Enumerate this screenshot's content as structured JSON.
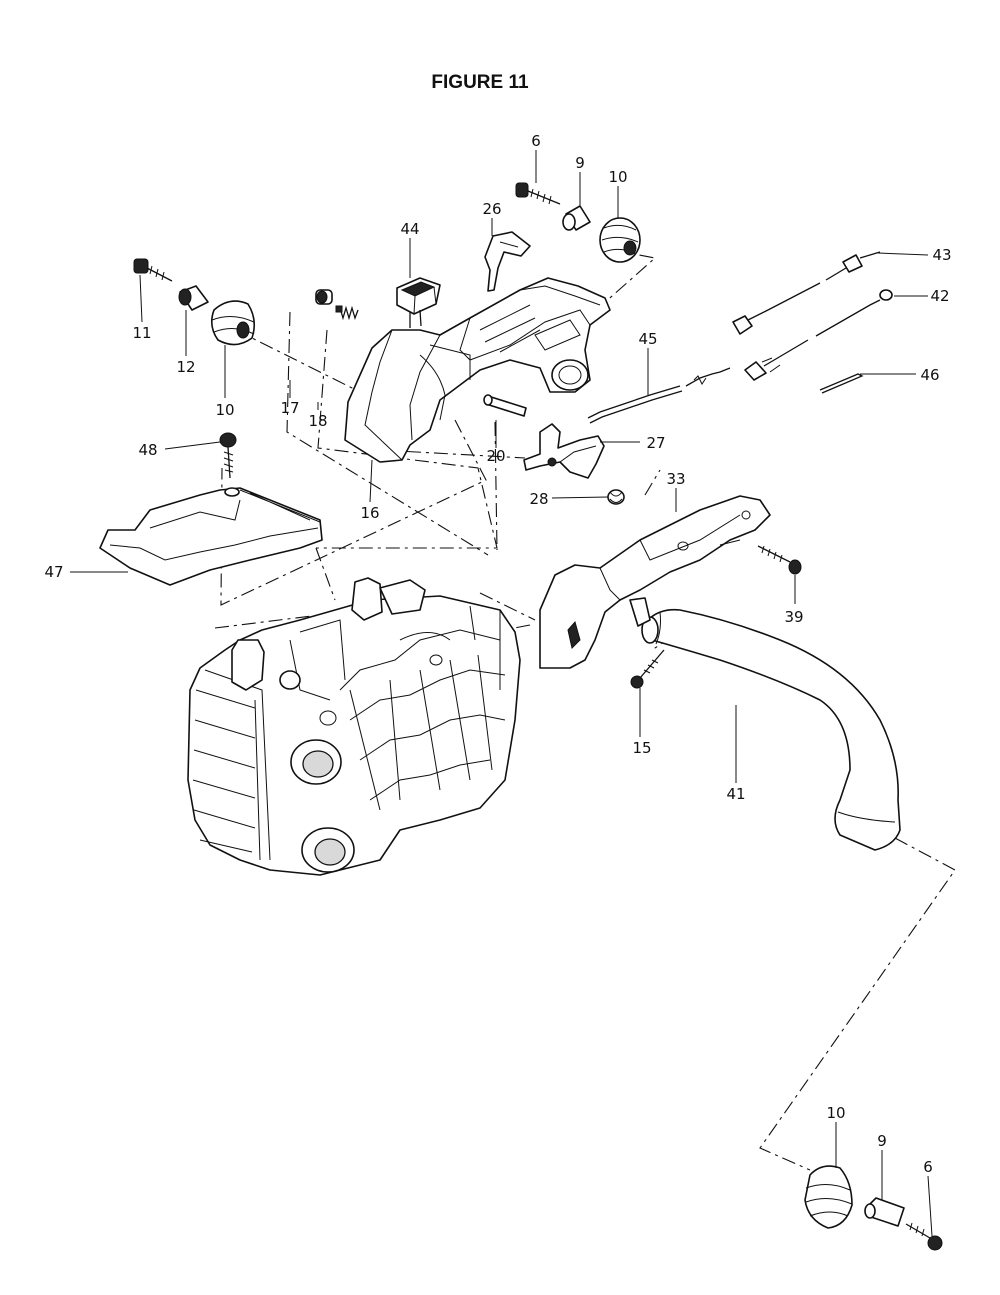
{
  "figure": {
    "title": "FIGURE 11"
  },
  "callouts": {
    "c6a": "6",
    "c9a": "9",
    "c10a": "10",
    "c26": "26",
    "c44": "44",
    "c43": "43",
    "c42": "42",
    "c11": "11",
    "c12": "12",
    "c10b": "10",
    "c17": "17",
    "c18": "18",
    "c45": "45",
    "c46": "46",
    "c48": "48",
    "c20": "20",
    "c27": "27",
    "c16": "16",
    "c28": "28",
    "c33": "33",
    "c47": "47",
    "c39": "39",
    "c15": "15",
    "c41": "41",
    "c10c": "10",
    "c9b": "9",
    "c6b": "6"
  }
}
